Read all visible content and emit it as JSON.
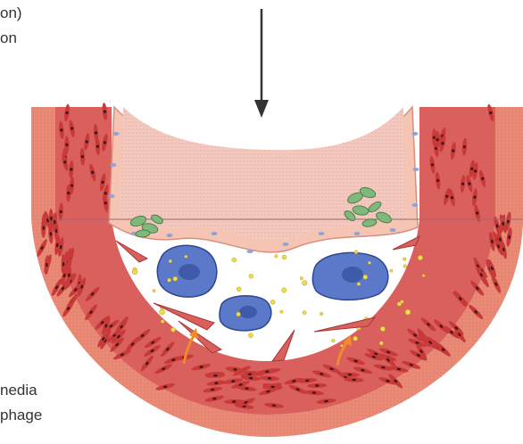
{
  "labels": {
    "top_line1": "on)",
    "top_line2": "on",
    "bottom_line1": "nedia",
    "bottom_line2": "phage"
  },
  "colors": {
    "adventitia": "#e88a76",
    "media_bg": "#d9605c",
    "smooth_muscle": "#c83a3a",
    "nuclei": "#3a1414",
    "intima_space": "#ffffff",
    "endothelium": "#f5c4b2",
    "lumen": "#f3c9bf",
    "lipid_cell": "#5b78c9",
    "lipid_dot": "#f0dc4a",
    "platelet_cluster": "#7fb87a",
    "migration_arrow": "#f08a2a",
    "pressure_arrow": "#333333"
  },
  "icons": {
    "pressure_arrow": "down-arrow-icon",
    "migration_arrow": "up-arrow-icon"
  }
}
